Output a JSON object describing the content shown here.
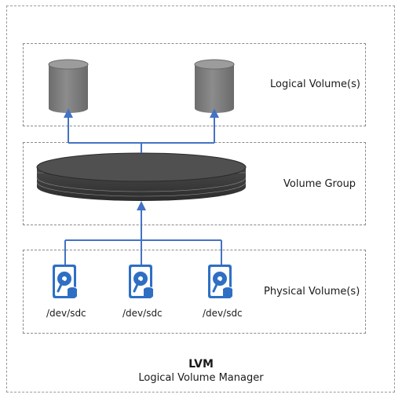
{
  "labels": {
    "logical_volumes": "Logical Volume(s)",
    "volume_group": "Volume Group",
    "physical_volumes": "Physical Volume(s)"
  },
  "devices": [
    "/dev/sdc",
    "/dev/sdc",
    "/dev/sdc"
  ],
  "footer": {
    "title": "LVM",
    "subtitle": "Logical Volume Manager"
  },
  "colors": {
    "arrow": "#4472c4",
    "cylinder": "#7f7f7f",
    "disk_body": "#3a3a3a",
    "disk_icon": "#2e6fc4"
  },
  "icons": [
    "database-cylinder-icon",
    "database-cylinder-icon",
    "volume-group-disk-icon",
    "hard-drive-icon",
    "hard-drive-icon",
    "hard-drive-icon"
  ]
}
